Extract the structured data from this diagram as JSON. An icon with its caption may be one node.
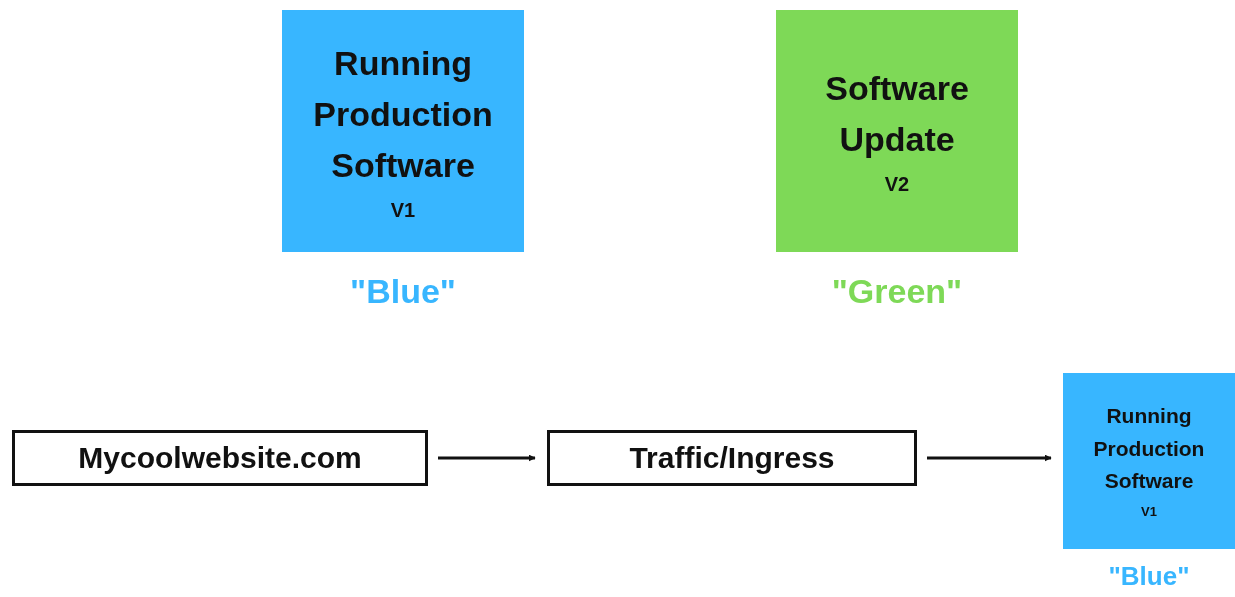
{
  "diagram": {
    "nodes": [
      {
        "text": [
          "Running Production Software",
          "V1"
        ],
        "beside": [
          "\"Blue\""
        ]
      },
      {
        "text": [
          "Software Update",
          "V2"
        ],
        "beside": [
          "\"Green\""
        ]
      },
      {
        "text": [
          "Mycoolwebsite.com"
        ]
      },
      {
        "text": [
          "Traffic/Ingress"
        ]
      },
      {
        "text": [
          "Running Production Software",
          "V1"
        ],
        "beside": [
          "\"Blue\""
        ]
      }
    ],
    "edges": [
      {
        "from": 2,
        "to": 3,
        "arrow": "to"
      },
      {
        "from": 3,
        "to": 4,
        "arrow": "to"
      }
    ]
  }
}
